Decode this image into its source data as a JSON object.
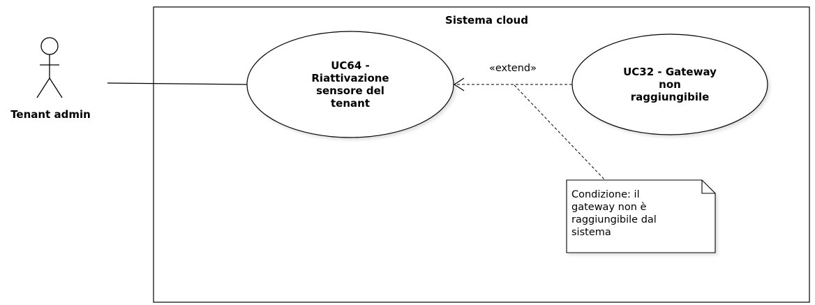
{
  "system": {
    "title": "Sistema cloud"
  },
  "actor": {
    "name": "Tenant admin"
  },
  "use_cases": {
    "uc64": {
      "lines": [
        "UC64 -",
        "Riattivazione",
        "sensore del",
        "tenant"
      ]
    },
    "uc32": {
      "lines": [
        "UC32 - Gateway",
        "non",
        "raggiungibile"
      ]
    }
  },
  "relation": {
    "label": "«extend»"
  },
  "note": {
    "lines": [
      "Condizione: il",
      "gateway non è",
      "raggiungibile dal",
      "sistema"
    ]
  }
}
